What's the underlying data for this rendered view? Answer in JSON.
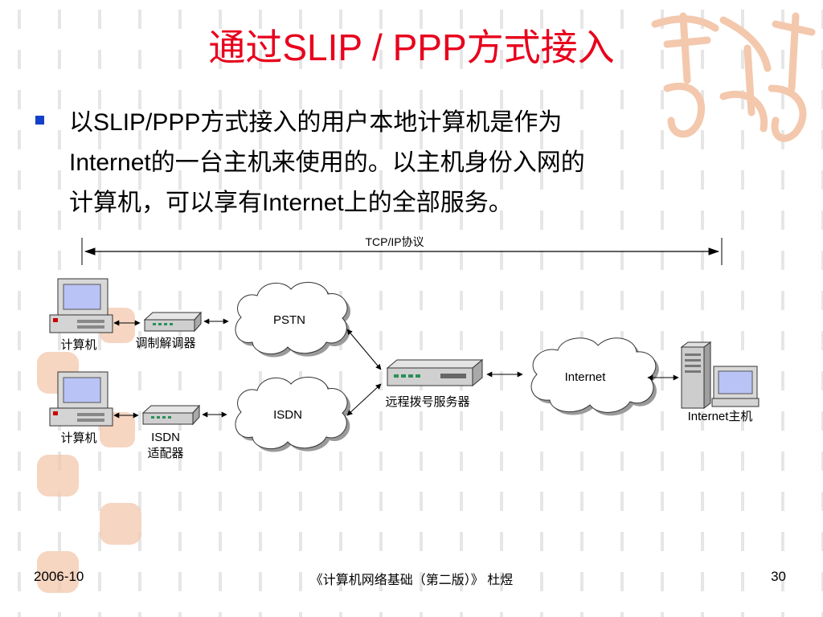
{
  "slide": {
    "title": "通过SLIP / PPP方式接入",
    "bullet": {
      "line1": "以SLIP/PPP方式接入的用户本地计算机是作为",
      "line2": "Internet的一台主机来使用的。以主机身份入网的",
      "line3": "计算机，可以享有Internet上的全部服务。"
    }
  },
  "diagram": {
    "protocol_label": "TCP/IP协议",
    "computer1_label": "计算机",
    "modem_label": "调制解调器",
    "computer2_label": "计算机",
    "isdn_adapter_label_1": "ISDN",
    "isdn_adapter_label_2": "适配器",
    "pstn_label": "PSTN",
    "isdn_label": "ISDN",
    "server_label": "远程拨号服务器",
    "internet_label": "Internet",
    "host_label": "Internet主机"
  },
  "footer": {
    "date": "2006-10",
    "book": "《计算机网络基础（第二版）》 杜煜",
    "page": "30"
  },
  "colors": {
    "title": "#e8001c",
    "bullet": "#1240c8",
    "watermark": "#f3c8ad",
    "pattern": "#e6e6e6"
  }
}
